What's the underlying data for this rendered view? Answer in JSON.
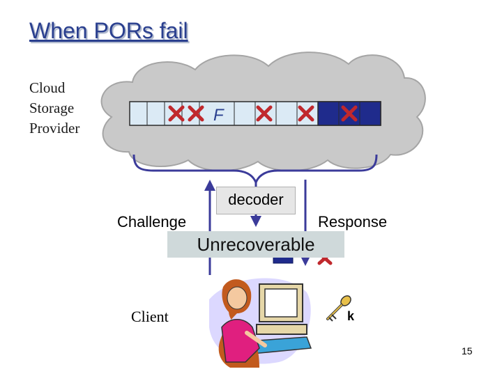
{
  "title": "When PORs fail",
  "provider": {
    "lines": [
      "Cloud",
      "Storage",
      "Provider"
    ]
  },
  "file_label": "F",
  "decoder_label": "decoder",
  "challenge_label": "Challenge",
  "response_label": "Response",
  "unrecoverable_label": "Unrecoverable",
  "client_label": "Client",
  "key_label": "k",
  "page_number": "15",
  "colors": {
    "title": "#2a3f8f",
    "cloud": "#c9c9c9",
    "block_fill": "#dbeaf5",
    "block_dark": "#1f2b8c",
    "arrow": "#3b3b9a",
    "x_mark": "#c0282d"
  }
}
